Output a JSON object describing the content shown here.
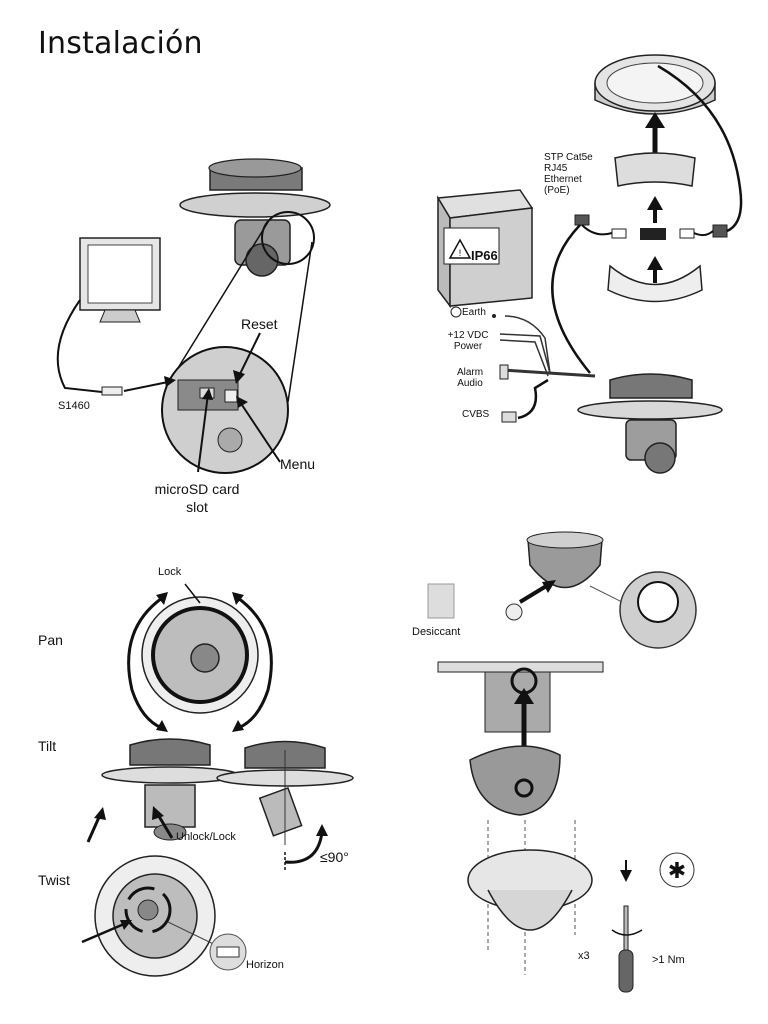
{
  "page": {
    "title": "Instalación"
  },
  "panel_connections": {
    "labels": {
      "reset": "Reset",
      "menu": "Menu",
      "microsd": "microSD card\nslot",
      "s1460": "S1460"
    }
  },
  "panel_wiring": {
    "labels": {
      "ethernet": "STP Cat5e\nRJ45\nEthernet\n(PoE)",
      "ip66": "IP66",
      "earth": "Earth",
      "power": "+12 VDC\nPower",
      "alarm": "Alarm\nAudio",
      "cvbs": "CVBS"
    }
  },
  "panel_adjust": {
    "labels": {
      "lock": "Lock",
      "pan": "Pan",
      "tilt": "Tilt",
      "unlock": "Unlock/Lock",
      "angle": "≤90°",
      "twist": "Twist",
      "horizon": "Horizon"
    }
  },
  "panel_bubble": {
    "labels": {
      "desiccant": "Desiccant",
      "x3": "x3",
      "torque": ">1 Nm"
    }
  }
}
